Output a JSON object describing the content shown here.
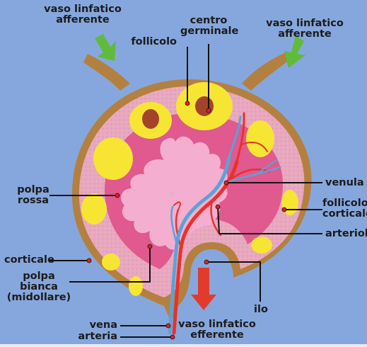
{
  "labels": {
    "vaso_afferente_left": [
      "vaso linfatico",
      "afferente"
    ],
    "vaso_afferente_right": [
      "vaso linfatico",
      "afferente"
    ],
    "centro_germinale": [
      "centro",
      "germinale"
    ],
    "follicolo": "follicolo",
    "venula": "venula",
    "follicolo_corticale": [
      "follicolo",
      "corticale"
    ],
    "arteriola": "arteriola",
    "polpa_rossa": [
      "polpa",
      "rossa"
    ],
    "corticale": "corticale",
    "polpa_bianca": [
      "polpa",
      "bianca",
      "(midollare)"
    ],
    "ilo": "ilo",
    "vena": "vena",
    "arteria": "arteria",
    "vaso_efferente": [
      "vaso linfatico",
      "efferente"
    ]
  },
  "colors": {
    "background": "#86a7dd",
    "capsule": "#b3803f",
    "cortex": "#e8a8bf",
    "red_pulp": "#e0598f",
    "white_pulp": "#f4aed0",
    "follicle": "#f7e533",
    "germinal_center": "#a5432a",
    "artery": "#e8322a",
    "vein": "#5aa3d6",
    "arrow_afferent": "#5fbb3a",
    "arrow_efferent": "#e33b2b",
    "leader_line": "#111111",
    "leader_dot": "#e02020"
  }
}
